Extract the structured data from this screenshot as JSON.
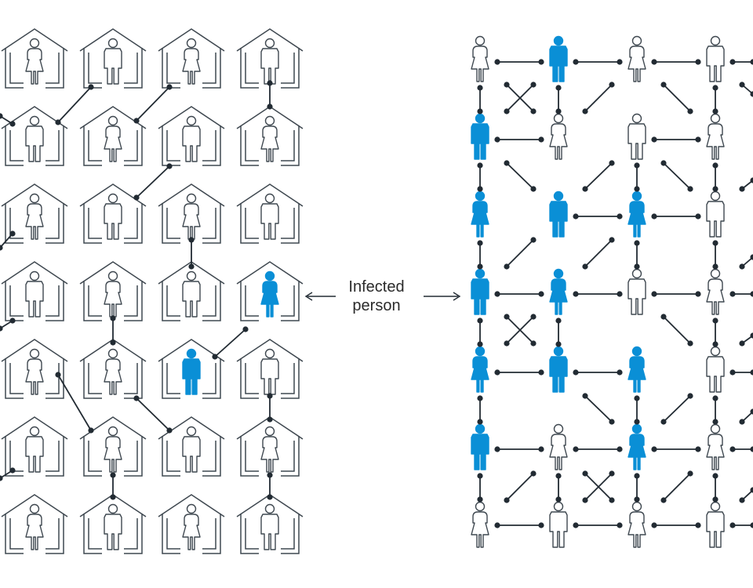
{
  "callout": {
    "line1": "Infected",
    "line2": "person"
  },
  "colors": {
    "outline": "#3f4850",
    "infected": "#0a8fd6",
    "link": "#222b33"
  },
  "icons": {
    "house": "house-icon",
    "person_male": "person-male-icon",
    "person_female": "person-female-icon",
    "connection": "connection-link",
    "arrow": "arrow-left-icon"
  },
  "left_panel": {
    "columns": 4,
    "rows": 7,
    "people": [
      [
        "f",
        "m",
        "f",
        "m"
      ],
      [
        "m",
        "f",
        "m",
        "f"
      ],
      [
        "f",
        "m",
        "f",
        "m"
      ],
      [
        "m",
        "f",
        "m",
        "f"
      ],
      [
        "f",
        "f",
        "m",
        "m"
      ],
      [
        "m",
        "f",
        "m",
        "f"
      ],
      [
        "f",
        "m",
        "f",
        "m"
      ]
    ],
    "infected": [
      [
        3,
        3
      ],
      [
        4,
        2
      ]
    ]
  },
  "right_panel": {
    "columns": 4,
    "rows": 7,
    "people": [
      [
        "f",
        "m",
        "f",
        "m"
      ],
      [
        "m",
        "f",
        "m",
        "f"
      ],
      [
        "f",
        "m",
        "f",
        "m"
      ],
      [
        "m",
        "f",
        "m",
        "f"
      ],
      [
        "f",
        "m",
        "f",
        "m"
      ],
      [
        "m",
        "f",
        "f",
        "f"
      ],
      [
        "f",
        "m",
        "f",
        "m"
      ]
    ],
    "infected": [
      [
        0,
        1
      ],
      [
        1,
        0
      ],
      [
        2,
        0
      ],
      [
        2,
        1
      ],
      [
        2,
        2
      ],
      [
        3,
        0
      ],
      [
        3,
        1
      ],
      [
        4,
        0
      ],
      [
        4,
        1
      ],
      [
        4,
        2
      ],
      [
        5,
        0
      ],
      [
        5,
        2
      ]
    ]
  }
}
